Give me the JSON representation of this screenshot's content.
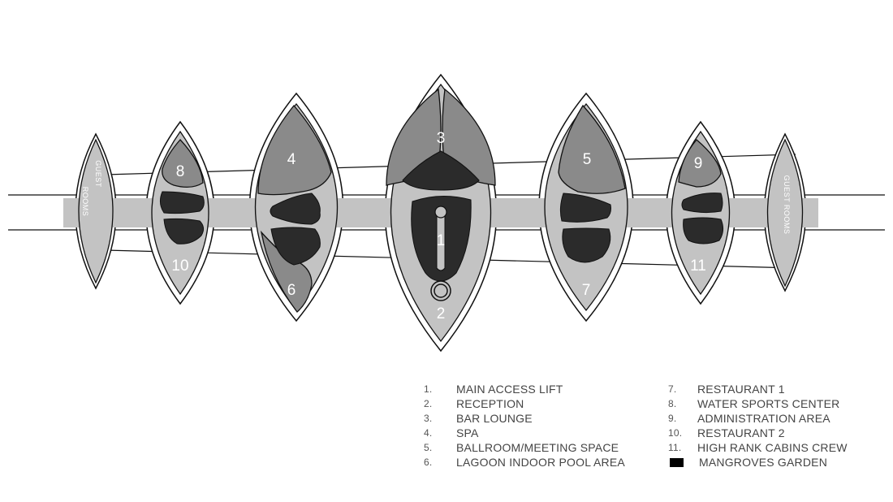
{
  "zones": {
    "z1": "1",
    "z2": "2",
    "z3": "3",
    "z4": "4",
    "z5": "5",
    "z6": "6",
    "z7": "7",
    "z8": "8",
    "z9": "9",
    "z10": "10",
    "z11": "11",
    "guest_rooms_left_line1": "GUEST",
    "guest_rooms_left_line2": "ROOMS",
    "guest_rooms_right": "GUEST ROOMS"
  },
  "legend": {
    "left": [
      {
        "num": "1.",
        "label": "MAIN ACCESS LIFT"
      },
      {
        "num": "2.",
        "label": "RECEPTION"
      },
      {
        "num": "3.",
        "label": "BAR LOUNGE"
      },
      {
        "num": "4.",
        "label": "SPA"
      },
      {
        "num": "5.",
        "label": "BALLROOM/MEETING SPACE"
      },
      {
        "num": "6.",
        "label": "LAGOON INDOOR POOL AREA"
      }
    ],
    "right": [
      {
        "num": "7.",
        "label": "RESTAURANT 1"
      },
      {
        "num": "8.",
        "label": "WATER SPORTS CENTER"
      },
      {
        "num": "9.",
        "label": "ADMINISTRATION AREA"
      },
      {
        "num": "10.",
        "label": "RESTAURANT 2"
      },
      {
        "num": "11.",
        "label": "HIGH RANK CABINS CREW"
      }
    ],
    "swatch_label": "MANGROVES GARDEN"
  },
  "colors": {
    "floor": "#c3c3c3",
    "zone": "#8a8a8a",
    "garden": "#2b2b2b",
    "outline": "#111111"
  }
}
